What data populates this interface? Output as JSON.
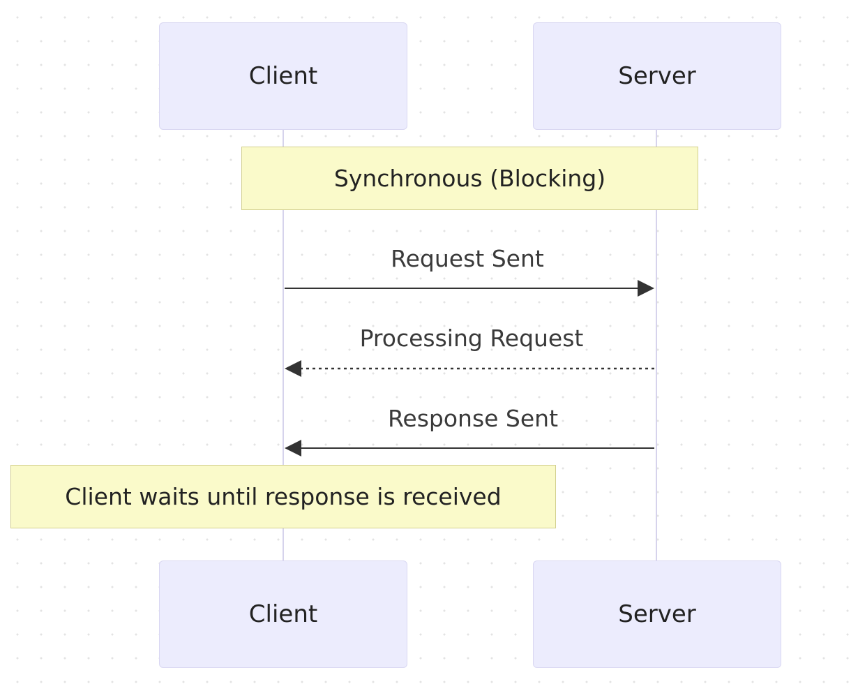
{
  "participants": {
    "client": {
      "label": "Client"
    },
    "server": {
      "label": "Server"
    }
  },
  "notes": {
    "synchronous": "Synchronous (Blocking)",
    "client_waits": "Client waits until response is received"
  },
  "messages": [
    {
      "label": "Request Sent",
      "from": "Client",
      "to": "Server",
      "style": "solid"
    },
    {
      "label": "Processing Request",
      "from": "Server",
      "to": "Client",
      "style": "dotted"
    },
    {
      "label": "Response Sent",
      "from": "Server",
      "to": "Client",
      "style": "solid"
    }
  ],
  "colors": {
    "actor_fill": "#ececfd",
    "actor_border": "#d9d7f2",
    "note_fill": "#fafaca",
    "note_border": "#d2cf8e",
    "lifeline": "#d6d3ec",
    "arrow": "#333333"
  }
}
